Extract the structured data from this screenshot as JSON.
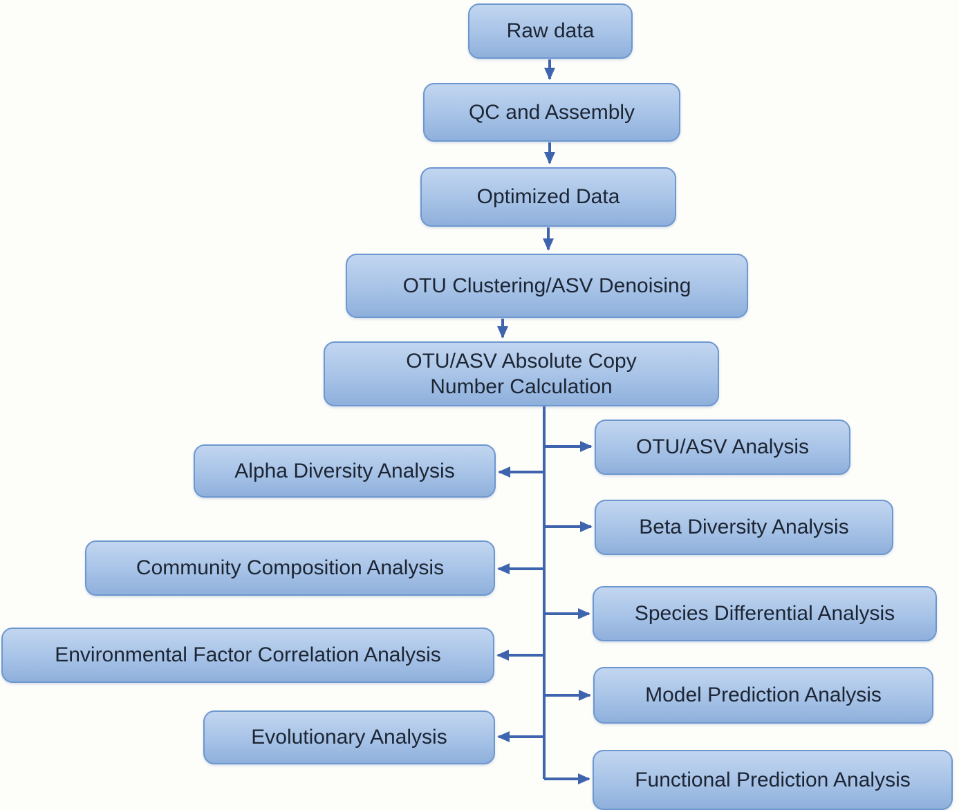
{
  "diagram": {
    "type": "flowchart",
    "colors": {
      "node_fill_top": "#c2d6f0",
      "node_fill_bottom": "#8fb0dc",
      "node_border": "#6d97cf",
      "arrow": "#3e64ae",
      "text": "#1c2533",
      "background": "#fdfdfa"
    },
    "nodes": [
      {
        "id": "raw-data",
        "label": "Raw data"
      },
      {
        "id": "qc-and-assembly",
        "label": "QC and Assembly"
      },
      {
        "id": "optimized-data",
        "label": "Optimized Data"
      },
      {
        "id": "otu-clustering-asv-denoising",
        "label": "OTU Clustering/ASV Denoising"
      },
      {
        "id": "otu-asv-absolute-copy-number-calculation",
        "label": "OTU/ASV Absolute Copy\nNumber Calculation"
      },
      {
        "id": "alpha-diversity-analysis",
        "label": "Alpha Diversity Analysis"
      },
      {
        "id": "community-composition-analysis",
        "label": "Community Composition Analysis"
      },
      {
        "id": "environmental-factor-correlation-analysis",
        "label": "Environmental Factor Correlation Analysis"
      },
      {
        "id": "evolutionary-analysis",
        "label": "Evolutionary Analysis"
      },
      {
        "id": "otu-asv-analysis",
        "label": "OTU/ASV Analysis"
      },
      {
        "id": "beta-diversity-analysis",
        "label": "Beta Diversity Analysis"
      },
      {
        "id": "species-differential-analysis",
        "label": "Species Differential Analysis"
      },
      {
        "id": "model-prediction-analysis",
        "label": "Model Prediction Analysis"
      },
      {
        "id": "functional-prediction-analysis",
        "label": "Functional Prediction Analysis"
      }
    ],
    "edges": [
      {
        "from": "raw-data",
        "to": "qc-and-assembly"
      },
      {
        "from": "qc-and-assembly",
        "to": "optimized-data"
      },
      {
        "from": "optimized-data",
        "to": "otu-clustering-asv-denoising"
      },
      {
        "from": "otu-clustering-asv-denoising",
        "to": "otu-asv-absolute-copy-number-calculation"
      },
      {
        "from": "otu-asv-absolute-copy-number-calculation",
        "to": "otu-asv-analysis"
      },
      {
        "from": "otu-asv-absolute-copy-number-calculation",
        "to": "alpha-diversity-analysis"
      },
      {
        "from": "otu-asv-absolute-copy-number-calculation",
        "to": "beta-diversity-analysis"
      },
      {
        "from": "otu-asv-absolute-copy-number-calculation",
        "to": "community-composition-analysis"
      },
      {
        "from": "otu-asv-absolute-copy-number-calculation",
        "to": "species-differential-analysis"
      },
      {
        "from": "otu-asv-absolute-copy-number-calculation",
        "to": "environmental-factor-correlation-analysis"
      },
      {
        "from": "otu-asv-absolute-copy-number-calculation",
        "to": "model-prediction-analysis"
      },
      {
        "from": "otu-asv-absolute-copy-number-calculation",
        "to": "evolutionary-analysis"
      },
      {
        "from": "otu-asv-absolute-copy-number-calculation",
        "to": "functional-prediction-analysis"
      }
    ]
  }
}
